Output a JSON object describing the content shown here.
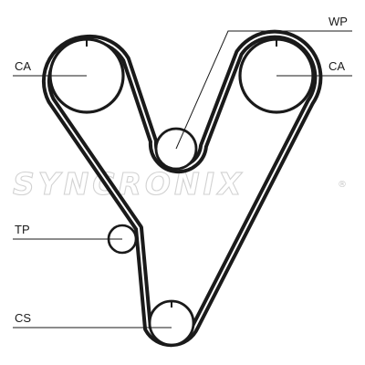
{
  "watermark": {
    "brand": "SYNCRONIX",
    "registered_mark": "®"
  },
  "labels": {
    "ca_left": "CA",
    "ca_right": "CA",
    "wp": "WP",
    "tp": "TP",
    "cs": "CS"
  },
  "colors": {
    "belt": "#1a1a1a",
    "watermark": "#d2d2d2",
    "background": "#ffffff"
  }
}
